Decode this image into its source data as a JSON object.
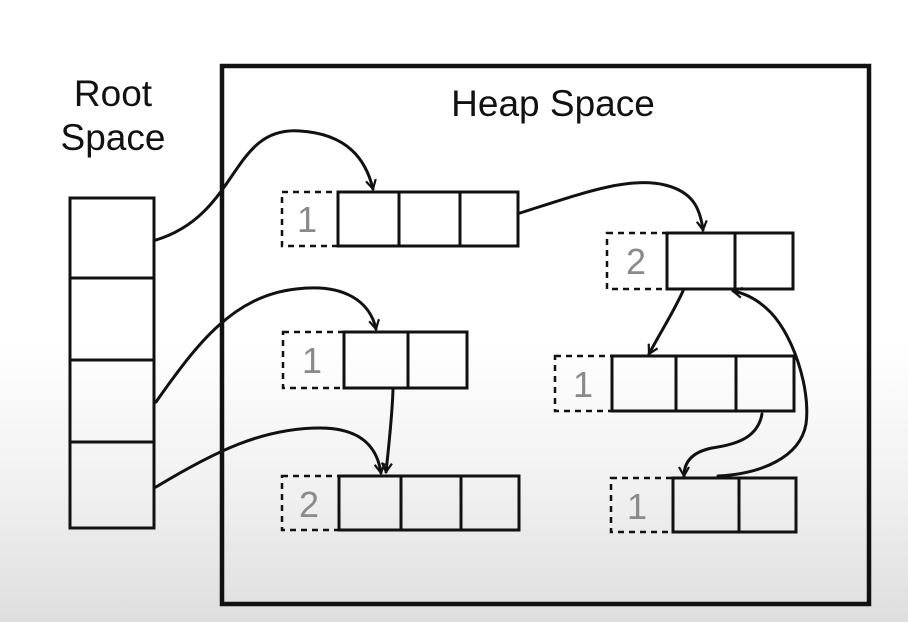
{
  "root_label_line1": "Root",
  "root_label_line2": "Space",
  "heap_label": "Heap Space",
  "root_slots": 4,
  "objects": [
    {
      "id": "o1",
      "ref_count": "1",
      "cells": 3
    },
    {
      "id": "o2",
      "ref_count": "1",
      "cells": 2
    },
    {
      "id": "o3",
      "ref_count": "2",
      "cells": 3
    },
    {
      "id": "o4",
      "ref_count": "2",
      "cells": 2
    },
    {
      "id": "o5",
      "ref_count": "1",
      "cells": 3
    },
    {
      "id": "o6",
      "ref_count": "1",
      "cells": 2
    }
  ],
  "references": [
    {
      "from": "root-slot-1",
      "to": "o1"
    },
    {
      "from": "root-slot-3",
      "to": "o2"
    },
    {
      "from": "root-slot-4",
      "to": "o3"
    },
    {
      "from": "o1",
      "to": "o4"
    },
    {
      "from": "o2",
      "to": "o3"
    },
    {
      "from": "o4",
      "to": "o5"
    },
    {
      "from": "o5",
      "to": "o6"
    },
    {
      "from": "o6",
      "to": "o4"
    }
  ]
}
